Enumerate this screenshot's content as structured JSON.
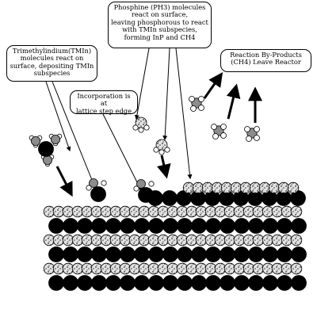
{
  "callouts": {
    "tmin": "Trimethylindium(TMIn)\nmolecules react on\nsurface, depositing TMIn\nsubspecies",
    "step": "Incorporation is at\nlattice step edge",
    "ph3": "Phosphine (PH3) molecules\nreact on surface,\nleaving phosphorous to react\nwith TMIn subspecies,\nforming InP and CH4",
    "byproducts": "Reaction By-Products\n(CH4) Leave Reactor"
  },
  "colors": {
    "indium": "#000000",
    "phosphorus": "#d7d7d7",
    "carbon": "#8c8c8c",
    "hydrogen": "#ffffff",
    "outline": "#000000"
  },
  "icons": [
    "atom-icon",
    "arrow-icon"
  ]
}
